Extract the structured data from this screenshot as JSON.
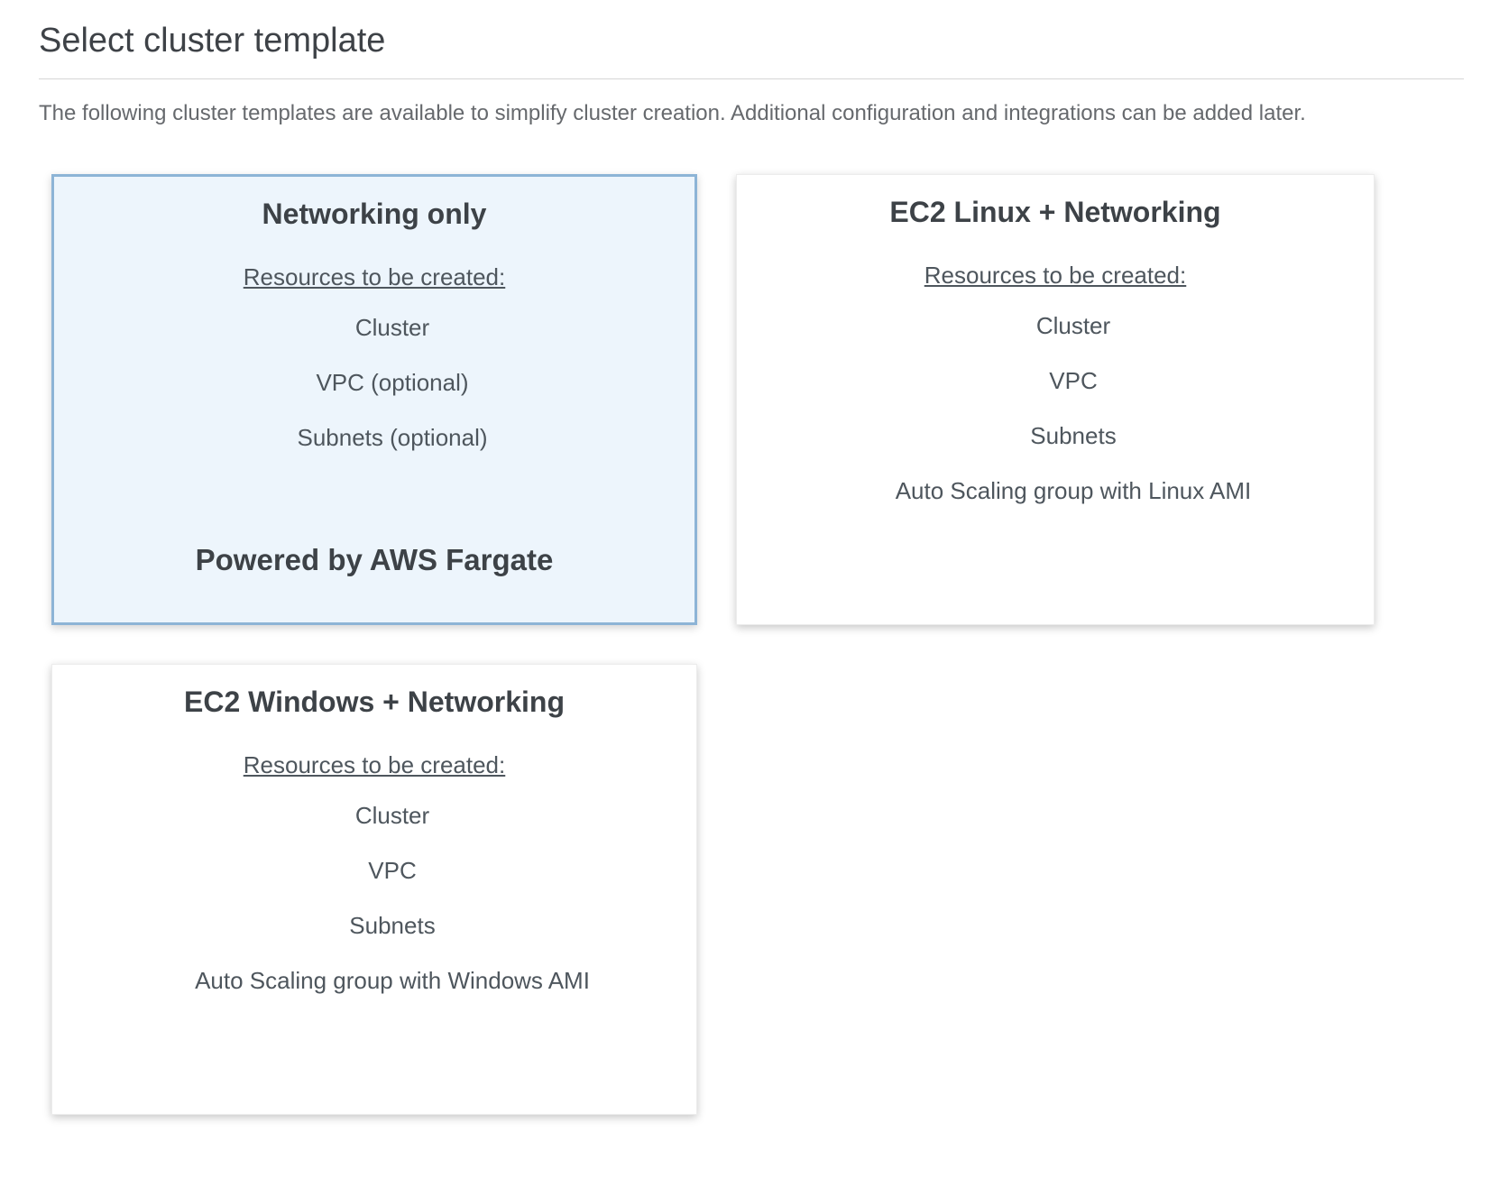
{
  "page": {
    "title": "Select cluster template",
    "description": "The following cluster templates are available to simplify cluster creation. Additional configuration and integrations can be added later."
  },
  "colors": {
    "selected_card_border": "#8db4d6",
    "selected_card_background": "#edf5fc",
    "card_background": "#ffffff",
    "divider": "#d5d5d5",
    "heading_text": "#3e4247",
    "body_text": "#66696d",
    "card_text": "#4e565d"
  },
  "templates": [
    {
      "title": "Networking only",
      "resources_heading": "Resources to be created:",
      "resources": [
        "Cluster",
        "VPC (optional)",
        "Subnets (optional)"
      ],
      "footer": "Powered by AWS Fargate",
      "selected": true
    },
    {
      "title": "EC2 Linux + Networking",
      "resources_heading": "Resources to be created:",
      "resources": [
        "Cluster",
        "VPC",
        "Subnets",
        "Auto Scaling group with Linux AMI"
      ],
      "footer": "",
      "selected": false
    },
    {
      "title": "EC2 Windows + Networking",
      "resources_heading": "Resources to be created:",
      "resources": [
        "Cluster",
        "VPC",
        "Subnets",
        "Auto Scaling group with Windows AMI"
      ],
      "footer": "",
      "selected": false
    }
  ]
}
